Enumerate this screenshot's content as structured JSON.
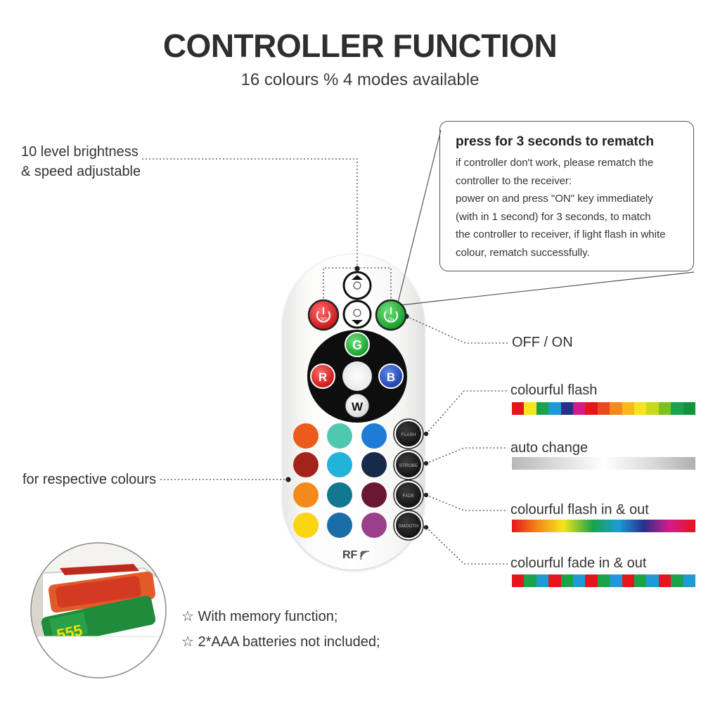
{
  "header": {
    "title": "CONTROLLER FUNCTION",
    "subtitle": "16 colours % 4 modes available"
  },
  "callouts": {
    "brightness_line1": "10 level brightness",
    "brightness_line2": "& speed adjustable",
    "off_on": "OFF / ON",
    "colours": "for respective colours",
    "mode1": "colourful flash",
    "mode2": "auto change",
    "mode3": "colourful flash in & out",
    "mode4": "colourful fade in & out"
  },
  "rematch_box": {
    "title": "press for 3 seconds to rematch",
    "lines": [
      "if controller don't work, please rematch the",
      "controller to the receiver:",
      "power on and press \"ON\" key immediately",
      "(with in 1 second) for 3 seconds, to match",
      "the controller to receiver, if light flash in white",
      "colour, rematch successfully."
    ]
  },
  "remote": {
    "off_label": "OFF",
    "on_label": "ON",
    "g_label": "G",
    "r_label": "R",
    "b_label": "B",
    "w_label": "W",
    "mode_labels": [
      "FLASH",
      "STROBE",
      "FADE",
      "SMOOTH"
    ],
    "brand": "RF",
    "colour_buttons": [
      [
        "#ec5a1c",
        "#4ec9b0",
        "#1e7bd6"
      ],
      [
        "#a3231b",
        "#21b3d9",
        "#182a4a"
      ],
      [
        "#f4891c",
        "#127890",
        "#6b1733"
      ],
      [
        "#f9d512",
        "#1a6da7",
        "#9b3f8a"
      ]
    ]
  },
  "battery": {
    "brand": "555"
  },
  "notes": {
    "memory": "☆ With memory function;",
    "batteries": "☆ 2*AAA batteries not included;"
  },
  "strips": {
    "flash": [
      "#e8141c",
      "#f6e51c",
      "#1aa34a",
      "#1e9bd6",
      "#2a2f8c",
      "#d61a8a",
      "#e8141c",
      "#e84a1c",
      "#f28a1c",
      "#f9b91c",
      "#f6e51c",
      "#c8d81c",
      "#7cc21c",
      "#1aa34a",
      "#14933c"
    ],
    "fade": [
      "#e8141c",
      "#1aa34a",
      "#1e9bd6",
      "#e8141c",
      "#1aa34a",
      "#1e9bd6",
      "#e8141c",
      "#1aa34a",
      "#1e9bd6",
      "#e8141c",
      "#1aa34a",
      "#1e9bd6",
      "#e8141c",
      "#1aa34a",
      "#1e9bd6"
    ]
  }
}
